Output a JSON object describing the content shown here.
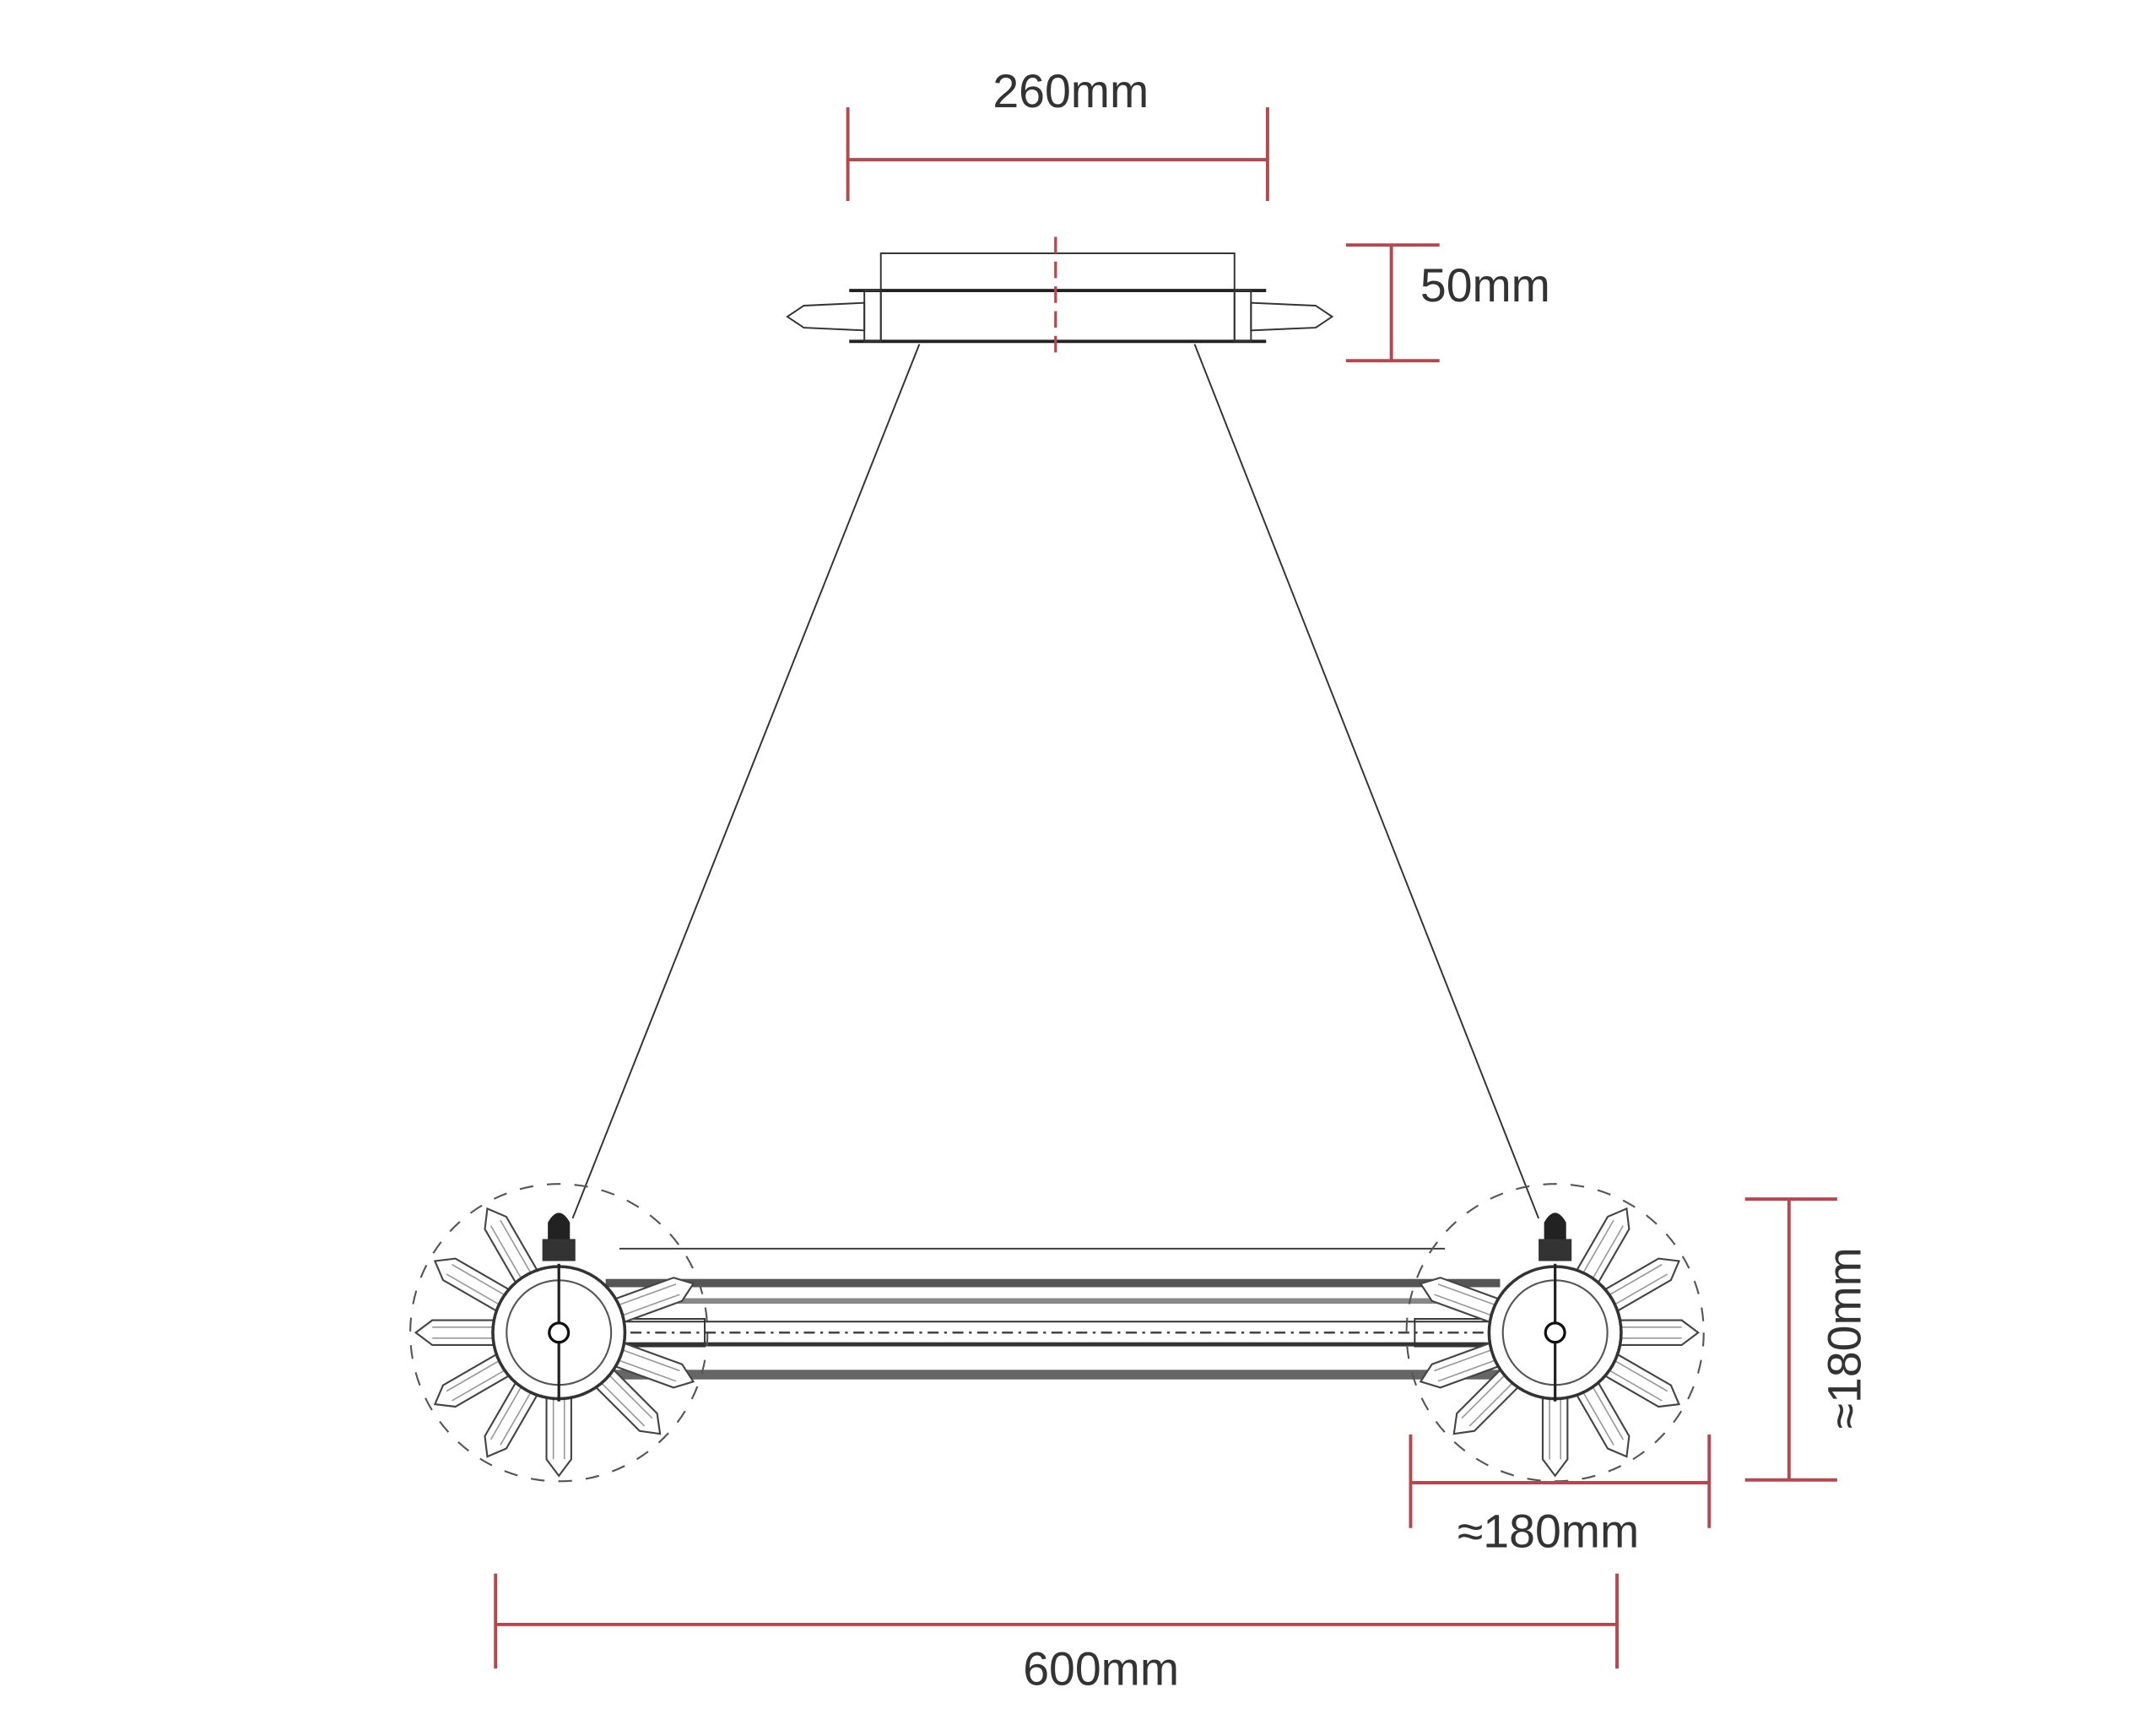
{
  "dimensions": {
    "canopy_width": "260mm",
    "canopy_height": "50mm",
    "hub_height": "≈180mm",
    "hub_width": "≈180mm",
    "overall_length": "600mm"
  },
  "colors": {
    "dimension_line": "#b5474e",
    "drawing_line": "#333333"
  }
}
